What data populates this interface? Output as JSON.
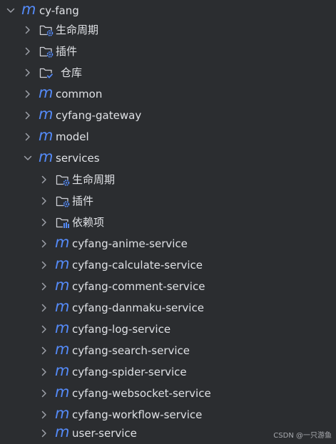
{
  "project_tree": {
    "root": {
      "label": "cy-fang",
      "expanded": true,
      "icon": "module-icon"
    },
    "root_children": [
      {
        "label": "生命周期",
        "icon": "folder-settings-icon"
      },
      {
        "label": "插件",
        "icon": "folder-settings-icon"
      },
      {
        "label": "仓库",
        "icon": "folder-check-icon"
      },
      {
        "label": "common",
        "icon": "module-icon"
      },
      {
        "label": "cyfang-gateway",
        "icon": "module-icon"
      },
      {
        "label": "model",
        "icon": "module-icon"
      }
    ],
    "services": {
      "label": "services",
      "expanded": true,
      "icon": "module-icon"
    },
    "services_children": [
      {
        "label": "生命周期",
        "icon": "folder-settings-icon"
      },
      {
        "label": "插件",
        "icon": "folder-settings-icon"
      },
      {
        "label": "依赖项",
        "icon": "folder-library-icon"
      },
      {
        "label": "cyfang-anime-service",
        "icon": "module-icon"
      },
      {
        "label": "cyfang-calculate-service",
        "icon": "module-icon"
      },
      {
        "label": "cyfang-comment-service",
        "icon": "module-icon"
      },
      {
        "label": "cyfang-danmaku-service",
        "icon": "module-icon"
      },
      {
        "label": "cyfang-log-service",
        "icon": "module-icon"
      },
      {
        "label": "cyfang-search-service",
        "icon": "module-icon"
      },
      {
        "label": "cyfang-spider-service",
        "icon": "module-icon"
      },
      {
        "label": "cyfang-websocket-service",
        "icon": "module-icon"
      },
      {
        "label": "cyfang-workflow-service",
        "icon": "module-icon"
      },
      {
        "label": "user-service",
        "icon": "module-icon"
      }
    ]
  },
  "watermark": "CSDN @一只游鱼",
  "colors": {
    "background": "#2b2d30",
    "text": "#dfe1e5",
    "module_accent": "#548af7",
    "chevron": "#9da0a8",
    "folder_outline": "#ced0d6",
    "badge": "#548af7"
  },
  "module_glyph": "m"
}
